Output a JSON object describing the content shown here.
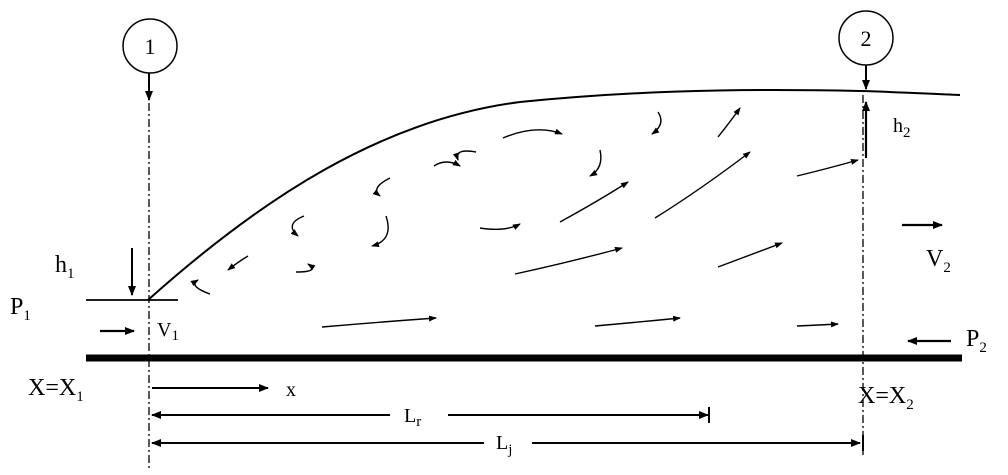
{
  "sections": {
    "one": "1",
    "two": "2"
  },
  "labels": {
    "h1": {
      "base": "h",
      "sub": "1"
    },
    "h2": {
      "base": "h",
      "sub": "2"
    },
    "p1": {
      "base": "P",
      "sub": "1"
    },
    "p2": {
      "base": "P",
      "sub": "2"
    },
    "v1": {
      "base": "V",
      "sub": "1"
    },
    "v2": {
      "base": "V",
      "sub": "2"
    },
    "x1": {
      "base": "X=X",
      "sub": "1"
    },
    "x2": {
      "base": "X=X",
      "sub": "2"
    },
    "x": "x",
    "lr": {
      "base": "L",
      "sub": "r"
    },
    "lj": {
      "base": "L",
      "sub": "j"
    }
  },
  "colors": {
    "ink": "#000000",
    "background": "#ffffff"
  }
}
